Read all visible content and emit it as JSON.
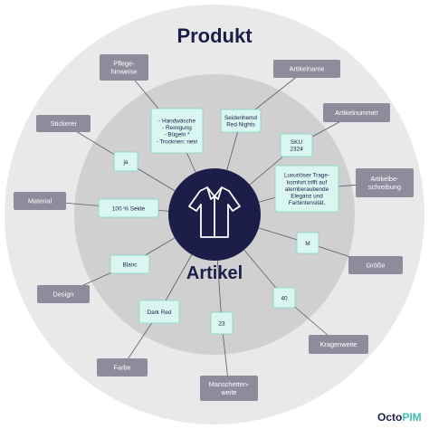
{
  "title": "Produkt",
  "center": {
    "label": "Artikel",
    "icon": "shirt-icon"
  },
  "colors": {
    "outer_ring": "#e9e9e9",
    "inner_ring": "#d0d0d1",
    "center": "#1c1e48",
    "gray_box": "#8c8c9c",
    "mint_box": "#d9f6f1",
    "mint_border": "#7fd4c6",
    "brand_accent": "#3fc2b4"
  },
  "attributes": [
    {
      "name": "pflegehinweise",
      "label": [
        "Pflege-",
        "hinweise"
      ],
      "value": [
        "- Handwäsche",
        "- Reinigung",
        "- Bügeln *",
        "- Trocknen: nein"
      ]
    },
    {
      "name": "artikelname",
      "label": [
        "Artikelname"
      ],
      "value": [
        "Seidenhemd",
        "Red Nights"
      ]
    },
    {
      "name": "artikelnummer",
      "label": [
        "Artikelnummer"
      ],
      "value": [
        "SKU",
        "2324"
      ]
    },
    {
      "name": "stickerei",
      "label": [
        "Stickerei"
      ],
      "value": [
        "ja"
      ]
    },
    {
      "name": "artikelbeschreibung",
      "label": [
        "Artikelbe-",
        "schreibung"
      ],
      "value": [
        "Luxuriöser Trage-",
        "komfort trifft auf",
        "atemberaubende",
        "Eleganz und",
        "Farbintensität."
      ]
    },
    {
      "name": "material",
      "label": [
        "Material"
      ],
      "value": [
        "100 % Seide"
      ]
    },
    {
      "name": "groesse",
      "label": [
        "Größe"
      ],
      "value": [
        "M"
      ]
    },
    {
      "name": "design",
      "label": [
        "Design"
      ],
      "value": [
        "Blanc"
      ]
    },
    {
      "name": "kragenweite",
      "label": [
        "Kragenweite"
      ],
      "value": [
        "40"
      ]
    },
    {
      "name": "farbe",
      "label": [
        "Farbe"
      ],
      "value": [
        "Dark Red"
      ]
    },
    {
      "name": "manschettenweite",
      "label": [
        "Manschetten-",
        "weite"
      ],
      "value": [
        "23"
      ]
    }
  ],
  "brand": {
    "part1": "Octo",
    "part2": "PIM"
  }
}
